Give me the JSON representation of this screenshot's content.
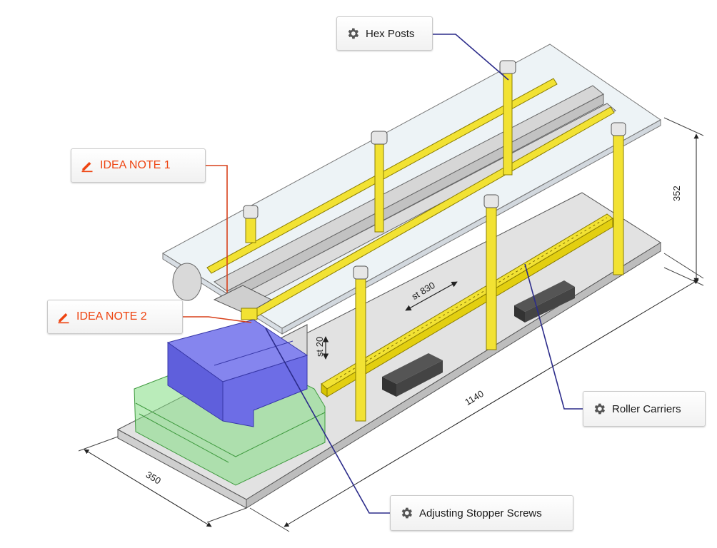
{
  "callouts": {
    "hex_posts": "Hex Posts",
    "idea_note_1": "IDEA NOTE 1",
    "idea_note_2": "IDEA NOTE 2",
    "roller_carriers": "Roller Carriers",
    "adjusting_stopper_screws": "Adjusting Stopper Screws"
  },
  "dimensions": {
    "height": "352",
    "length": "1140",
    "width": "350",
    "stroke_main": "st 830",
    "stroke_small": "st 20"
  },
  "icons": {
    "component": "gear-icon",
    "idea": "pencil-icon"
  },
  "colors": {
    "idea_accent": "#ee4411",
    "leader_blue": "#2b2b8a",
    "leader_red": "#d8401a",
    "post_yellow": "#f2e233",
    "workpiece_blue": "#6a6ae8",
    "jig_green": "#8fe08f"
  }
}
